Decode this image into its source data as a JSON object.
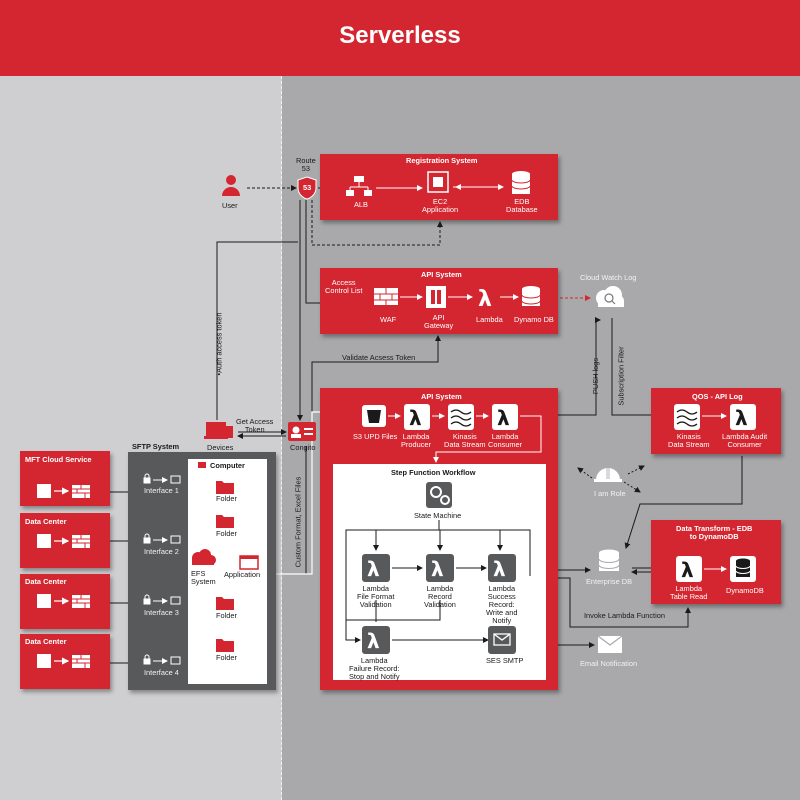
{
  "title": "Serverless",
  "colors": {
    "brand_red": "#d42630",
    "dark_panel": "#58595b",
    "light_bg": "#cfcfd1",
    "dark_bg": "#a9a9ab"
  },
  "left": {
    "sources": [
      {
        "label": "MFT Cloud Service"
      },
      {
        "label": "Data Center"
      },
      {
        "label": "Data Center"
      },
      {
        "label": "Data Center"
      }
    ],
    "sftp": {
      "title": "SFTP System",
      "interfaces": [
        "Interface 1",
        "Interface 2",
        "Interface 3",
        "Interface 4"
      ],
      "computer": "Computer",
      "folders": [
        "Folder",
        "Folder",
        "Folder",
        "Folder"
      ],
      "efs": "EFS\nSystem",
      "application": "Application"
    },
    "user": "User",
    "devices": "Devices",
    "auth_token": "•Auth access token",
    "get_access_token": "Get Access\nToken"
  },
  "route53": {
    "label": "Route\n53",
    "badge": "53"
  },
  "registration": {
    "title": "Registration System",
    "alb": "ALB",
    "ec2": "EC2\nApplication",
    "edb": "EDB\nDatabase"
  },
  "api_top": {
    "title": "API System",
    "access": "Access\nControl List",
    "waf": "WAF",
    "gateway": "API\nGateway",
    "lambda": "Lambda",
    "dynamo": "Dynamo DB"
  },
  "cloudwatch": "Cloud Watch Log",
  "validate_token": "Validate Acsess Token",
  "push_logs": "PUSH logs",
  "subscription_filter": "Subscription Filter",
  "congito": "Congito",
  "custom_format": "Custom Format, Excel Files",
  "api_main": {
    "title": "API System",
    "s3": "S3 UPD Files",
    "producer": "Lambda\nProducer",
    "kinesis": "Kinasis\nData Stream",
    "consumer": "Lambda\nConsumer"
  },
  "step_function": {
    "title": "Step Function Workflow",
    "state_machine": "State Machine",
    "lambda_ffv": "Lambda\nFile Format\nValidation",
    "lambda_rv": "Lambda\nRecord\nValidation",
    "lambda_success": "Lambda\nSuccess\nRecord:\nWrite and\nNotify",
    "lambda_fail": "Lambda\nFailure Record:\nStop and Notify",
    "ses": "SES SMTP"
  },
  "qos": {
    "title": "QOS - API Log",
    "kinesis": "Kinasis\nData Stream",
    "audit": "Lambda Audit\nConsumer"
  },
  "iam": "I am Role",
  "enterprise_db": "Enterprise DB",
  "transform": {
    "title": "Data Transform - EDB\nto DynamoDB",
    "lambda": "Lambda\nTable Read",
    "dynamo": "DynamoDB"
  },
  "invoke_lambda": "Invoke Lambda Function",
  "email": "Email Notification"
}
